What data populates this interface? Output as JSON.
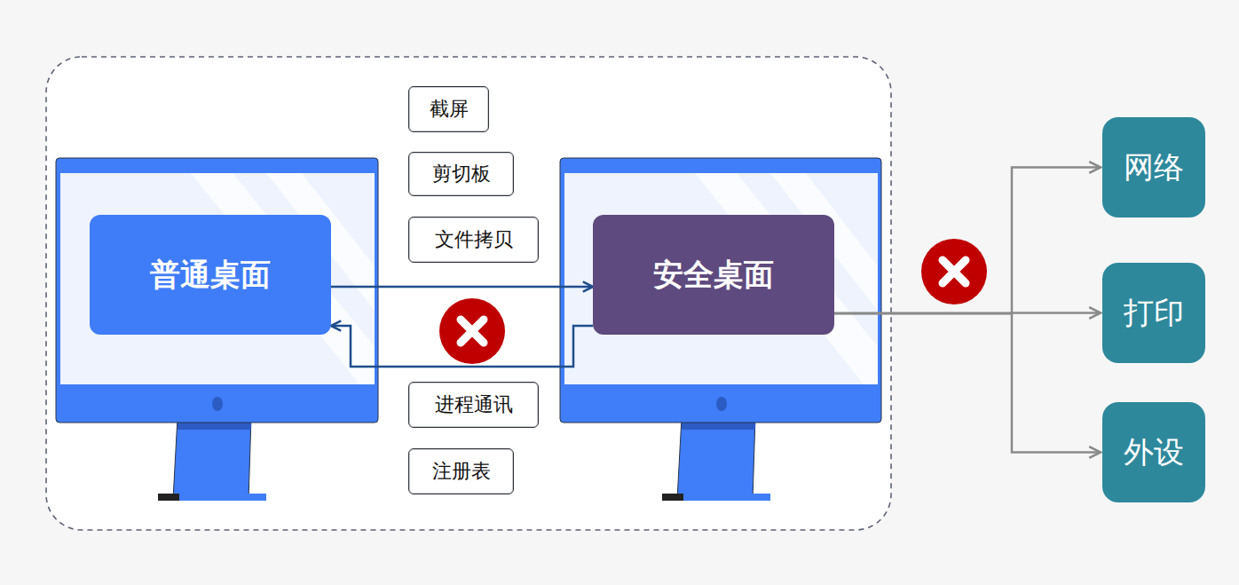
{
  "diagram": {
    "nodes": [
      {
        "text": [
          "普通桌面"
        ]
      },
      {
        "text": [
          "截屏"
        ]
      },
      {
        "text": [
          "剪切板"
        ]
      },
      {
        "text": [
          "文件拷贝"
        ]
      },
      {
        "text": [
          "进程通讯"
        ]
      },
      {
        "text": [
          "注册表"
        ]
      },
      {
        "text": [
          "安全桌面"
        ]
      },
      {
        "text": [
          "网络"
        ]
      },
      {
        "text": [
          "打印"
        ]
      },
      {
        "text": [
          "外设"
        ]
      }
    ],
    "edges": [
      {
        "from": 0,
        "to": 6,
        "arrow": "to"
      },
      {
        "from": 6,
        "to": 0,
        "arrow": "to"
      },
      {
        "from": 6,
        "to": 7,
        "arrow": "to"
      },
      {
        "from": 6,
        "to": 8,
        "arrow": "to"
      },
      {
        "from": 6,
        "to": 9,
        "arrow": "to"
      }
    ]
  }
}
